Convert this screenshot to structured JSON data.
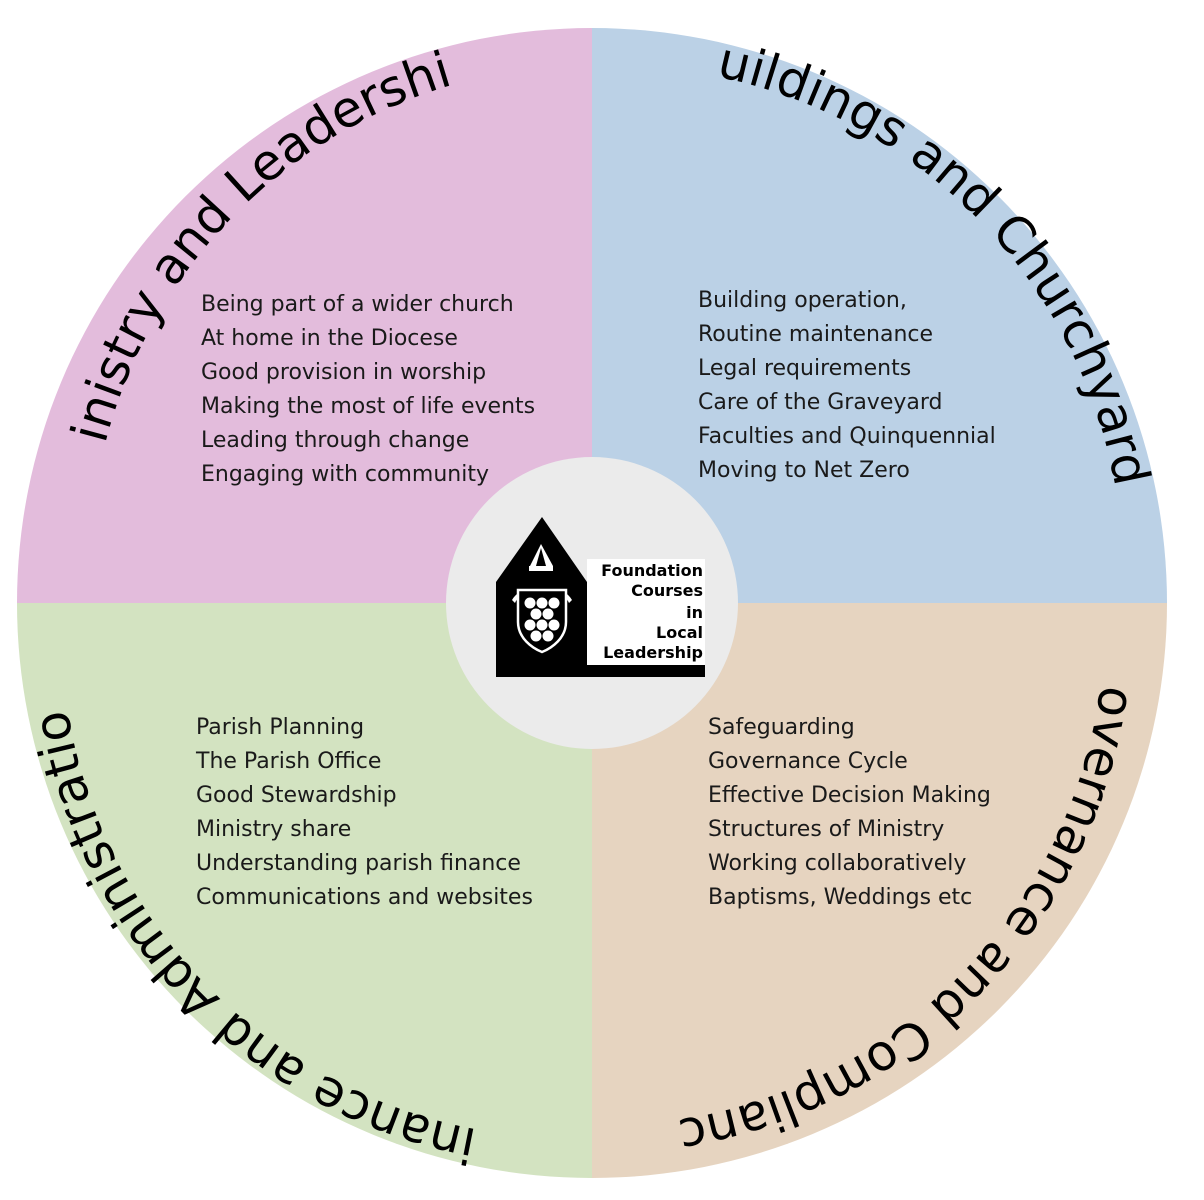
{
  "colors": {
    "ministry": "#e3bcdc",
    "buildings": "#bbd1e6",
    "finance": "#d3e3c1",
    "governance": "#e6d4c0",
    "center": "#ebebeb",
    "logo": "#000000"
  },
  "quadrants": {
    "ministry": {
      "title": "Ministry and Leadership",
      "items": [
        "Being part of a wider church",
        "At home in the Diocese",
        "Good provision in worship",
        "Making the most of life events",
        "Leading through change",
        "Engaging with community"
      ]
    },
    "buildings": {
      "title": "Buildings and Churchyards",
      "items": [
        "Building operation,",
        "Routine maintenance",
        "Legal requirements",
        "Care of the Graveyard",
        "Faculties and Quinquennial",
        "Moving to Net Zero"
      ]
    },
    "finance": {
      "title": "Finance and Administration",
      "items": [
        "Parish Planning",
        "The Parish Office",
        "Good Stewardship",
        "Ministry share",
        "Understanding parish finance",
        "Communications and websites"
      ]
    },
    "governance": {
      "title": "Governance and Compliance",
      "items": [
        "Safeguarding",
        "Governance Cycle",
        "Effective Decision Making",
        "Structures of Ministry",
        "Working collaboratively",
        "Baptisms, Weddings etc"
      ]
    }
  },
  "logo": {
    "lines": [
      "Foundation",
      "Courses",
      "in",
      "Local",
      "Leadership"
    ],
    "icon": "diocese-crest-icon"
  }
}
